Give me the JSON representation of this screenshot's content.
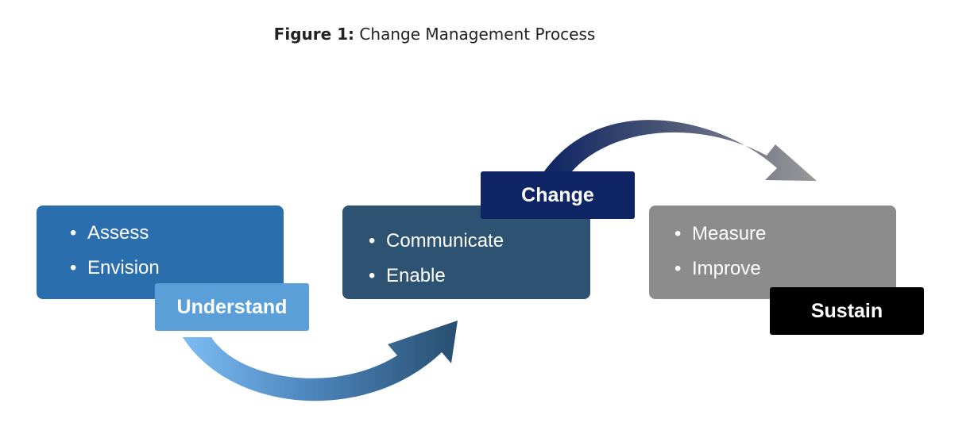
{
  "figure": {
    "label": "Figure 1:",
    "caption": "Change Management Process"
  },
  "stages": [
    {
      "tag": "Understand",
      "bullets": [
        "Assess",
        "Envision"
      ],
      "color": "#2a6ead",
      "tag_color": "#5b9fd8"
    },
    {
      "tag": "Change",
      "bullets": [
        "Communicate",
        "Enable"
      ],
      "color": "#2d5272",
      "tag_color": "#0e2464"
    },
    {
      "tag": "Sustain",
      "bullets": [
        "Measure",
        "Improve"
      ],
      "color": "#8c8c8c",
      "tag_color": "#000000"
    }
  ],
  "colors": {
    "arrow1_start": "#7cbcf4",
    "arrow1_end": "#274d70",
    "arrow2_start": "#0e2464",
    "arrow2_end": "#9a9a9a"
  }
}
